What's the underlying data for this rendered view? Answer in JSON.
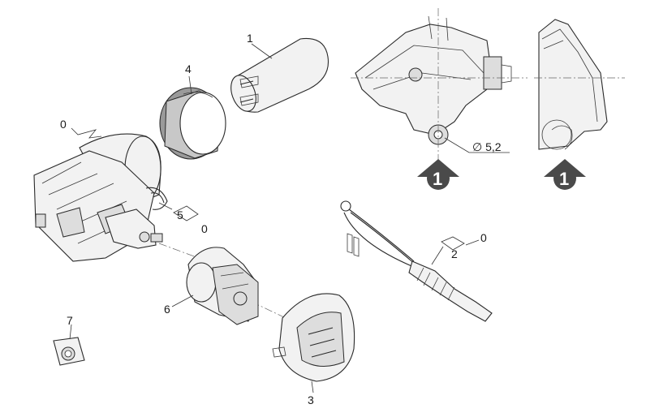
{
  "callouts": {
    "part_0_motor": "0",
    "part_1_capacitor": "1",
    "part_4_ring": "4",
    "part_5": "5",
    "part_5_qty": "0",
    "part_6_switch": "6",
    "part_7_clip": "7",
    "part_3_cover": "3",
    "part_2_cable": "2",
    "part_2_qty": "0",
    "diameter": "∅ 5,2"
  },
  "markers": {
    "marker_left": "1",
    "marker_right": "1"
  },
  "colors": {
    "marker_fill": "#4a4a4a",
    "line": "#2a2a2a",
    "background": "#ffffff"
  }
}
